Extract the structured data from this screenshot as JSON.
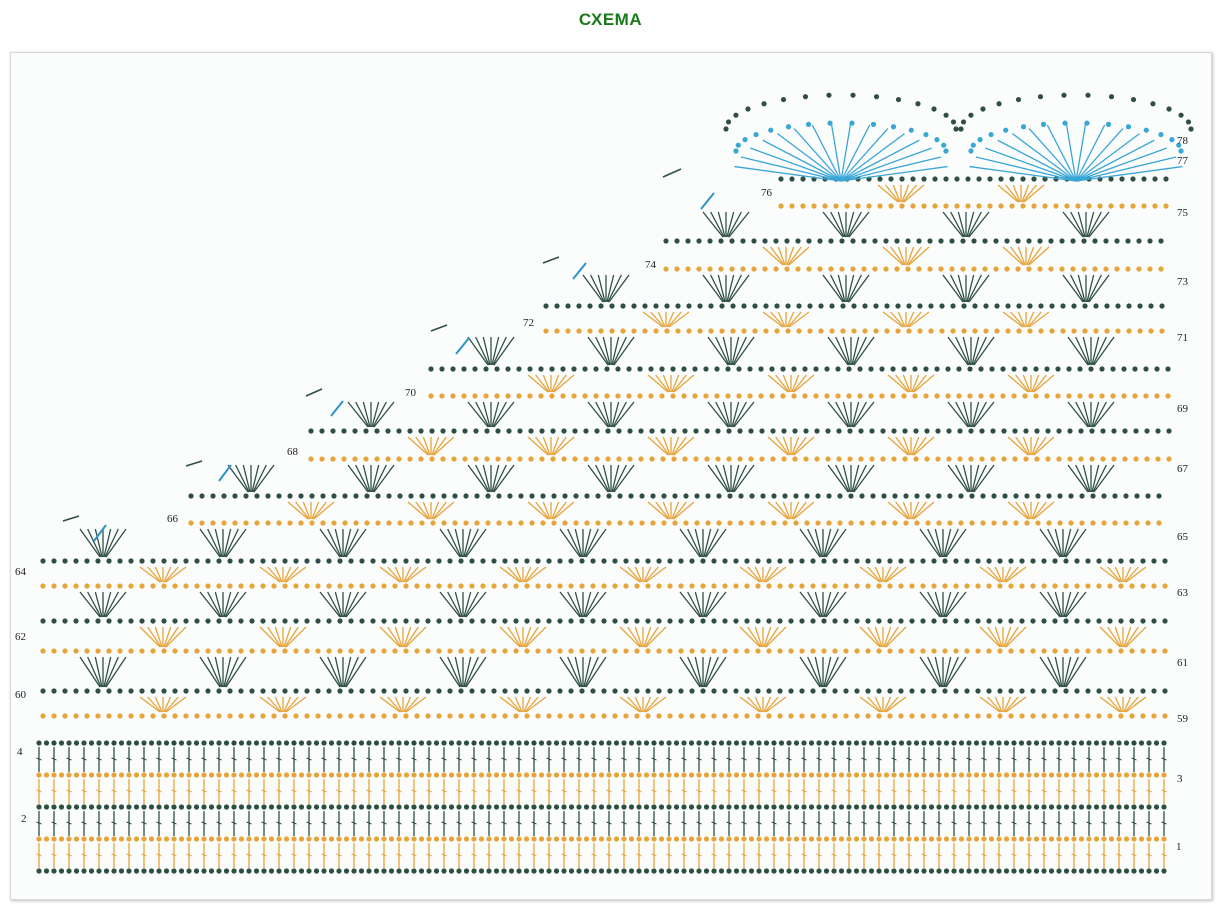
{
  "page": {
    "title": "СХЕМА"
  },
  "colors": {
    "dark": "#2f4f45",
    "orange": "#e6a43a",
    "blue": "#3aa6d6",
    "arrow_dark": "#2f4f45",
    "arrow_blue": "#2d93c9"
  },
  "row_labels": {
    "left": [
      "2",
      "4",
      "60",
      "62",
      "64",
      "66",
      "68",
      "70",
      "72",
      "74",
      "76"
    ],
    "right": [
      "1",
      "3",
      "59",
      "61",
      "63",
      "65",
      "67",
      "69",
      "71",
      "73",
      "75",
      "77",
      "78"
    ]
  }
}
